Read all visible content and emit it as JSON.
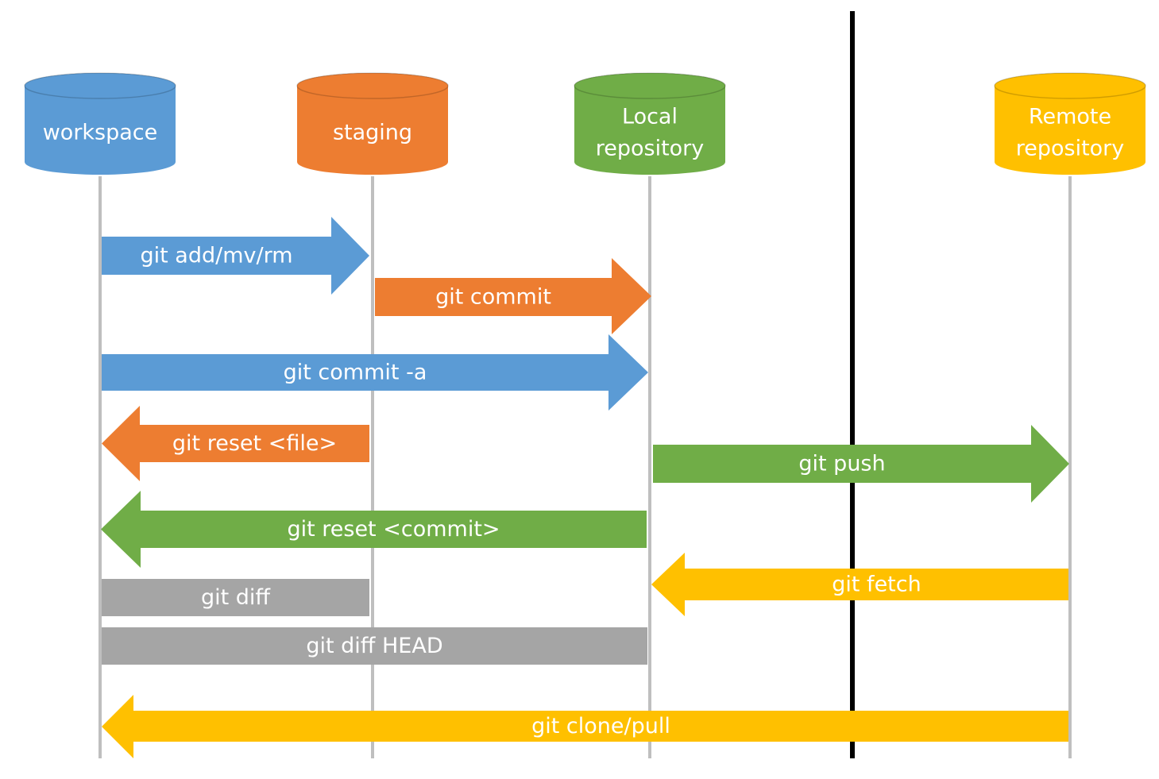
{
  "colors": {
    "blue": "#5b9bd5",
    "orange": "#ed7d31",
    "green": "#70ad47",
    "yellow": "#ffc000",
    "gray": "#a5a5a5",
    "lifeline": "#bfbfbf",
    "divider": "#000000"
  },
  "nodes": [
    {
      "id": "workspace",
      "lines": [
        "workspace"
      ],
      "color": "blue"
    },
    {
      "id": "staging",
      "lines": [
        "staging"
      ],
      "color": "orange"
    },
    {
      "id": "local",
      "lines": [
        "Local",
        "repository"
      ],
      "color": "green"
    },
    {
      "id": "remote",
      "lines": [
        "Remote",
        "repository"
      ],
      "color": "yellow"
    }
  ],
  "commands": [
    {
      "id": "git-add",
      "label": "git add/mv/rm",
      "from": "workspace",
      "to": "staging",
      "color": "blue",
      "kind": "arrow"
    },
    {
      "id": "git-commit",
      "label": "git commit",
      "from": "staging",
      "to": "local",
      "color": "orange",
      "kind": "arrow"
    },
    {
      "id": "git-commit-a",
      "label": "git commit -a",
      "from": "workspace",
      "to": "local",
      "color": "blue",
      "kind": "arrow"
    },
    {
      "id": "git-reset-file",
      "label": "git reset <file>",
      "from": "staging",
      "to": "workspace",
      "color": "orange",
      "kind": "arrow"
    },
    {
      "id": "git-push",
      "label": "git push",
      "from": "local",
      "to": "remote",
      "color": "green",
      "kind": "arrow"
    },
    {
      "id": "git-reset-commit",
      "label": "git reset <commit>",
      "from": "local",
      "to": "workspace",
      "color": "green",
      "kind": "arrow"
    },
    {
      "id": "git-fetch",
      "label": "git fetch",
      "from": "remote",
      "to": "local",
      "color": "yellow",
      "kind": "arrow"
    },
    {
      "id": "git-diff",
      "label": "git diff",
      "from": "workspace",
      "to": "staging",
      "color": "gray",
      "kind": "bar"
    },
    {
      "id": "git-diff-head",
      "label": "git diff HEAD",
      "from": "workspace",
      "to": "local",
      "color": "gray",
      "kind": "bar"
    },
    {
      "id": "git-clone-pull",
      "label": "git clone/pull",
      "from": "remote",
      "to": "workspace",
      "color": "yellow",
      "kind": "arrow"
    }
  ]
}
